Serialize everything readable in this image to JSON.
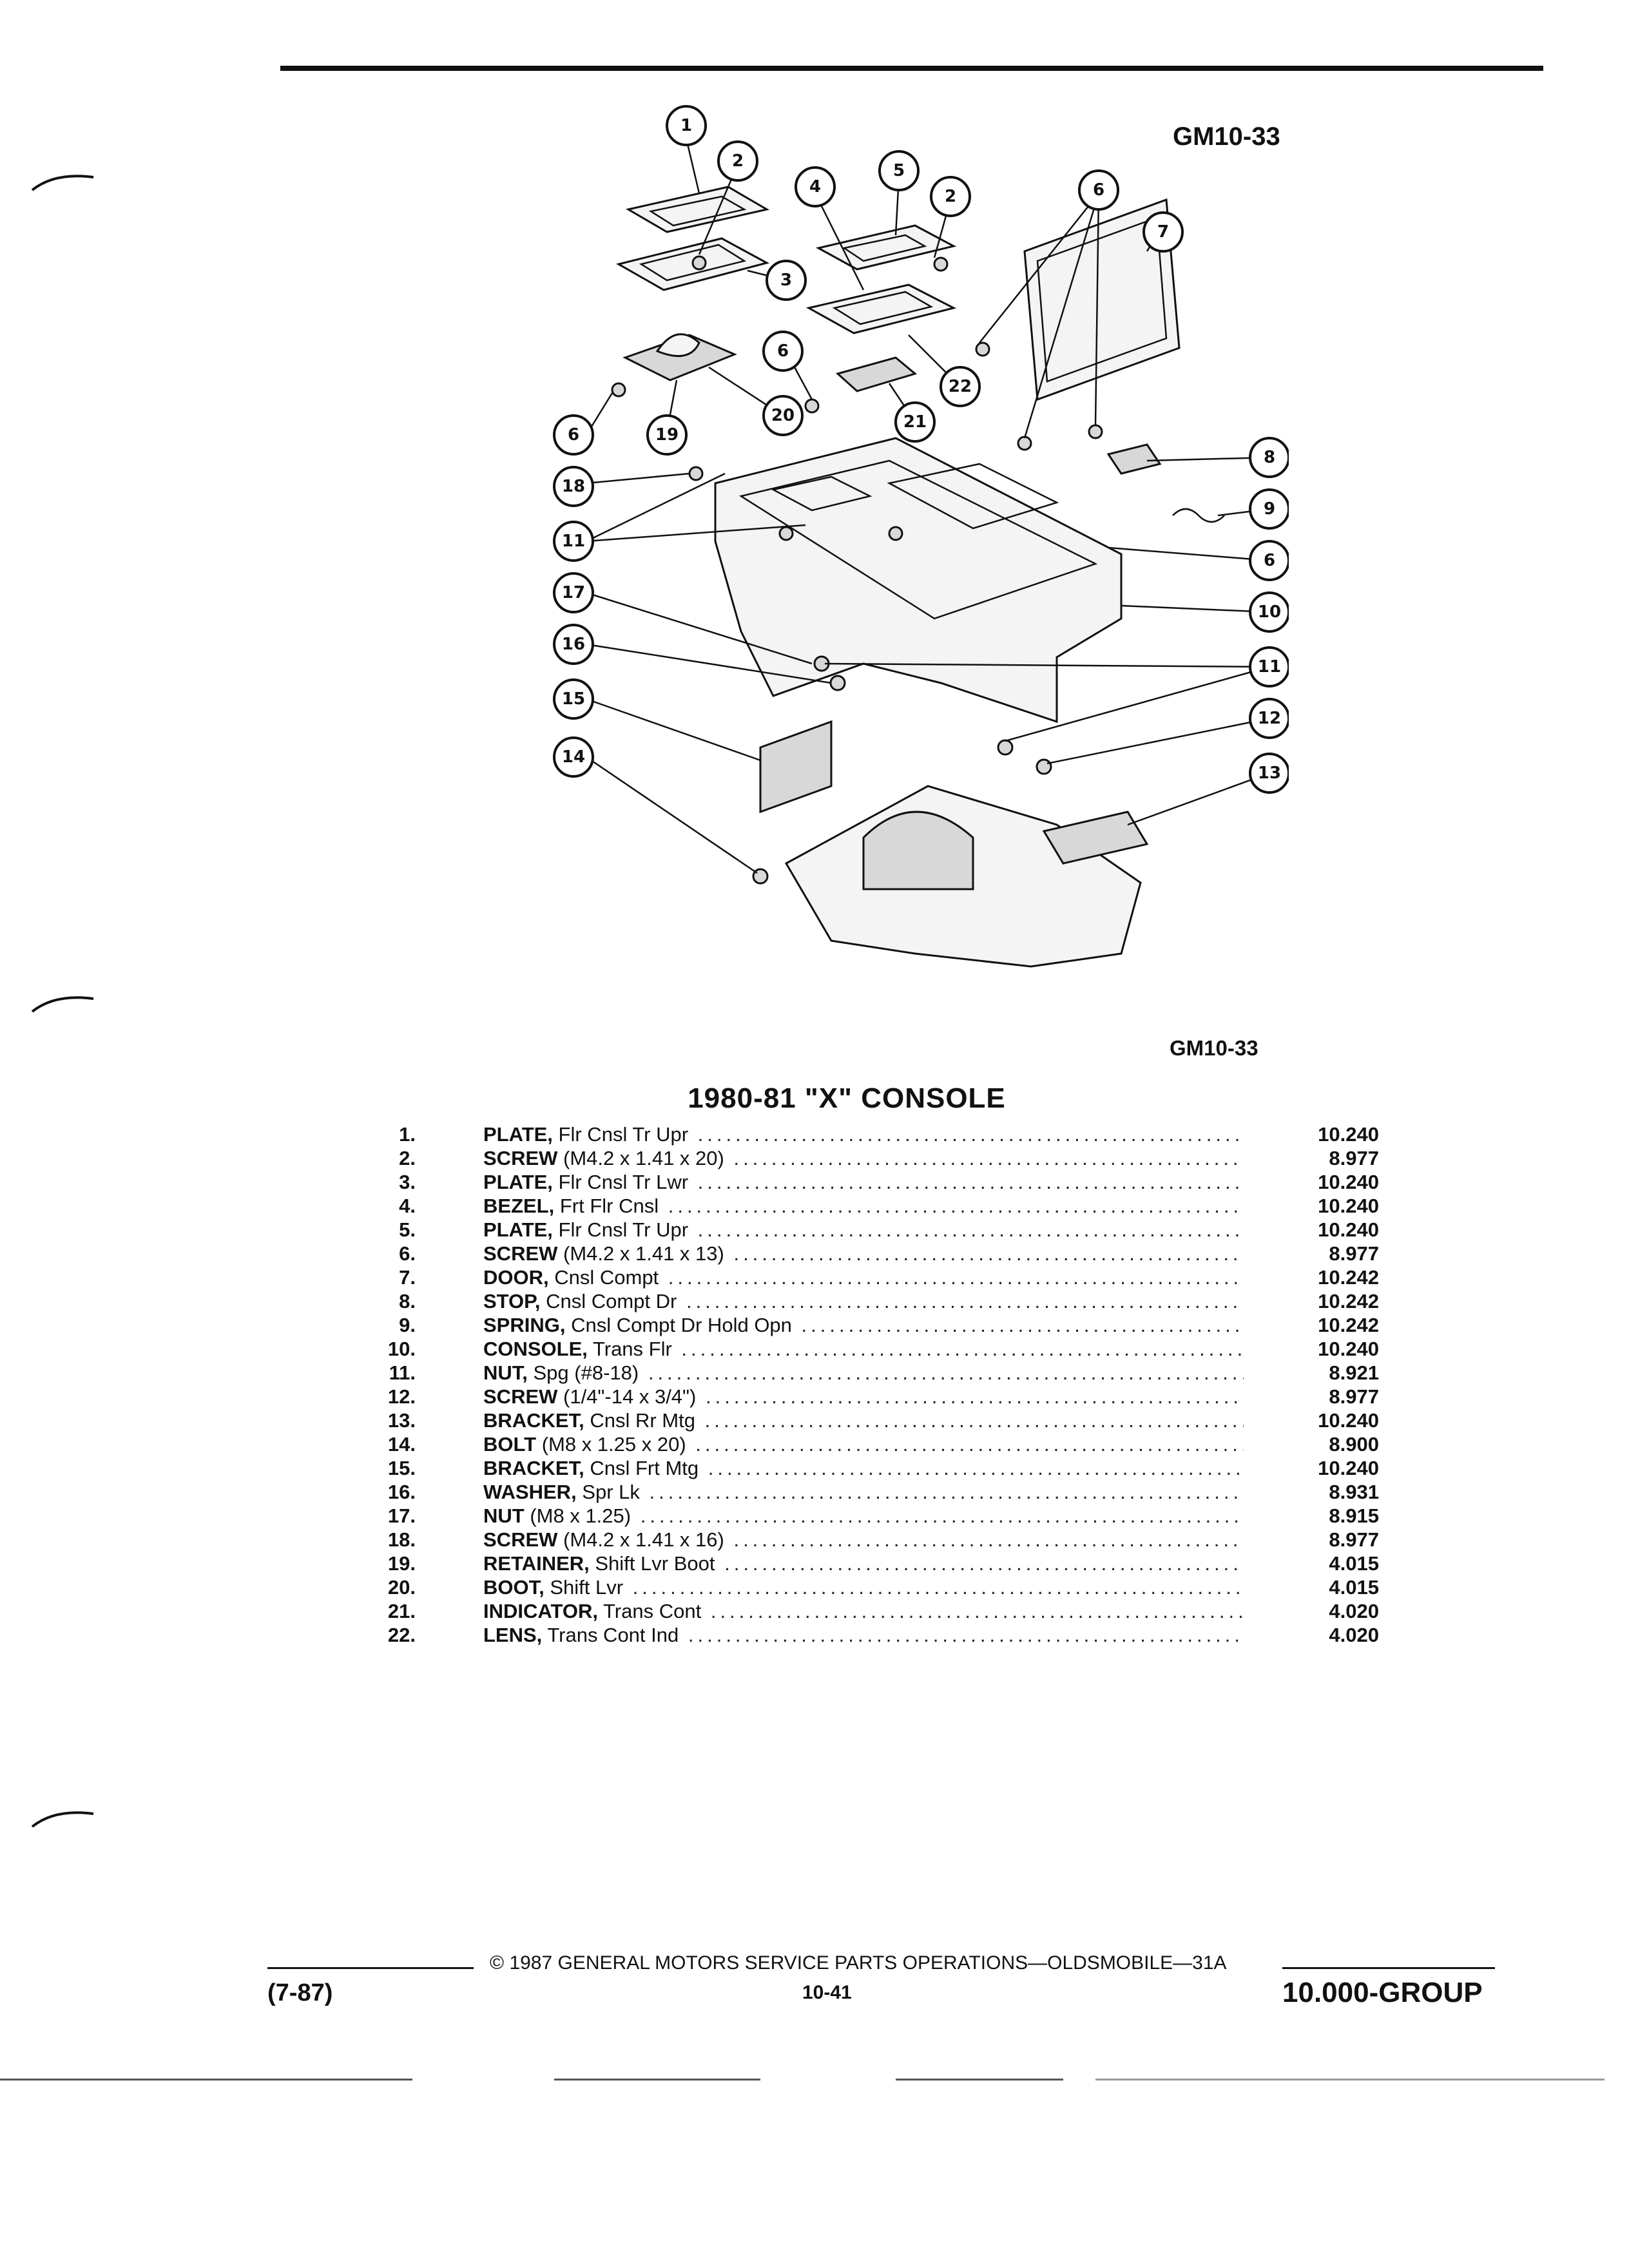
{
  "figure_code_top": "GM10-33",
  "figure_code_bottom": "GM10-33",
  "section_title": "1980-81 \"X\" CONSOLE",
  "callouts": [
    "1",
    "2",
    "3",
    "4",
    "5",
    "6",
    "7",
    "8",
    "9",
    "10",
    "11",
    "12",
    "13",
    "14",
    "15",
    "16",
    "17",
    "18",
    "19",
    "20",
    "21",
    "22"
  ],
  "parts": [
    {
      "num": "1.",
      "name": "PLATE,",
      "desc": " Flr Cnsl Tr Upr",
      "ref": "10.240"
    },
    {
      "num": "2.",
      "name": "SCREW",
      "desc": " (M4.2 x 1.41 x 20)",
      "ref": "8.977"
    },
    {
      "num": "3.",
      "name": "PLATE,",
      "desc": " Flr Cnsl Tr Lwr",
      "ref": "10.240"
    },
    {
      "num": "4.",
      "name": "BEZEL,",
      "desc": " Frt Flr Cnsl",
      "ref": "10.240"
    },
    {
      "num": "5.",
      "name": "PLATE,",
      "desc": " Flr Cnsl Tr Upr",
      "ref": "10.240"
    },
    {
      "num": "6.",
      "name": "SCREW",
      "desc": " (M4.2 x 1.41 x 13)",
      "ref": "8.977"
    },
    {
      "num": "7.",
      "name": "DOOR,",
      "desc": " Cnsl Compt",
      "ref": "10.242"
    },
    {
      "num": "8.",
      "name": "STOP,",
      "desc": " Cnsl Compt Dr",
      "ref": "10.242"
    },
    {
      "num": "9.",
      "name": "SPRING,",
      "desc": " Cnsl Compt Dr Hold Opn",
      "ref": "10.242"
    },
    {
      "num": "10.",
      "name": "CONSOLE,",
      "desc": " Trans Flr",
      "ref": "10.240"
    },
    {
      "num": "11.",
      "name": "NUT,",
      "desc": " Spg (#8-18)",
      "ref": "8.921"
    },
    {
      "num": "12.",
      "name": "SCREW",
      "desc": " (1/4\"-14 x 3/4\")",
      "ref": "8.977"
    },
    {
      "num": "13.",
      "name": "BRACKET,",
      "desc": " Cnsl Rr Mtg",
      "ref": "10.240"
    },
    {
      "num": "14.",
      "name": "BOLT",
      "desc": " (M8 x 1.25 x 20)",
      "ref": "8.900"
    },
    {
      "num": "15.",
      "name": "BRACKET,",
      "desc": " Cnsl Frt Mtg",
      "ref": "10.240"
    },
    {
      "num": "16.",
      "name": "WASHER,",
      "desc": " Spr Lk",
      "ref": "8.931"
    },
    {
      "num": "17.",
      "name": "NUT",
      "desc": " (M8 x 1.25)",
      "ref": "8.915"
    },
    {
      "num": "18.",
      "name": "SCREW",
      "desc": " (M4.2 x 1.41 x 16)",
      "ref": "8.977"
    },
    {
      "num": "19.",
      "name": "RETAINER,",
      "desc": " Shift Lvr Boot",
      "ref": "4.015"
    },
    {
      "num": "20.",
      "name": "BOOT,",
      "desc": " Shift Lvr",
      "ref": "4.015"
    },
    {
      "num": "21.",
      "name": "INDICATOR,",
      "desc": " Trans Cont",
      "ref": "4.020"
    },
    {
      "num": "22.",
      "name": "LENS,",
      "desc": " Trans Cont Ind",
      "ref": "4.020"
    }
  ],
  "footer": {
    "copyright": "© 1987 GENERAL MOTORS SERVICE PARTS OPERATIONS—OLDSMOBILE—31A",
    "date_code": "(7-87)",
    "page_number": "10-41",
    "group": "10.000-GROUP"
  }
}
